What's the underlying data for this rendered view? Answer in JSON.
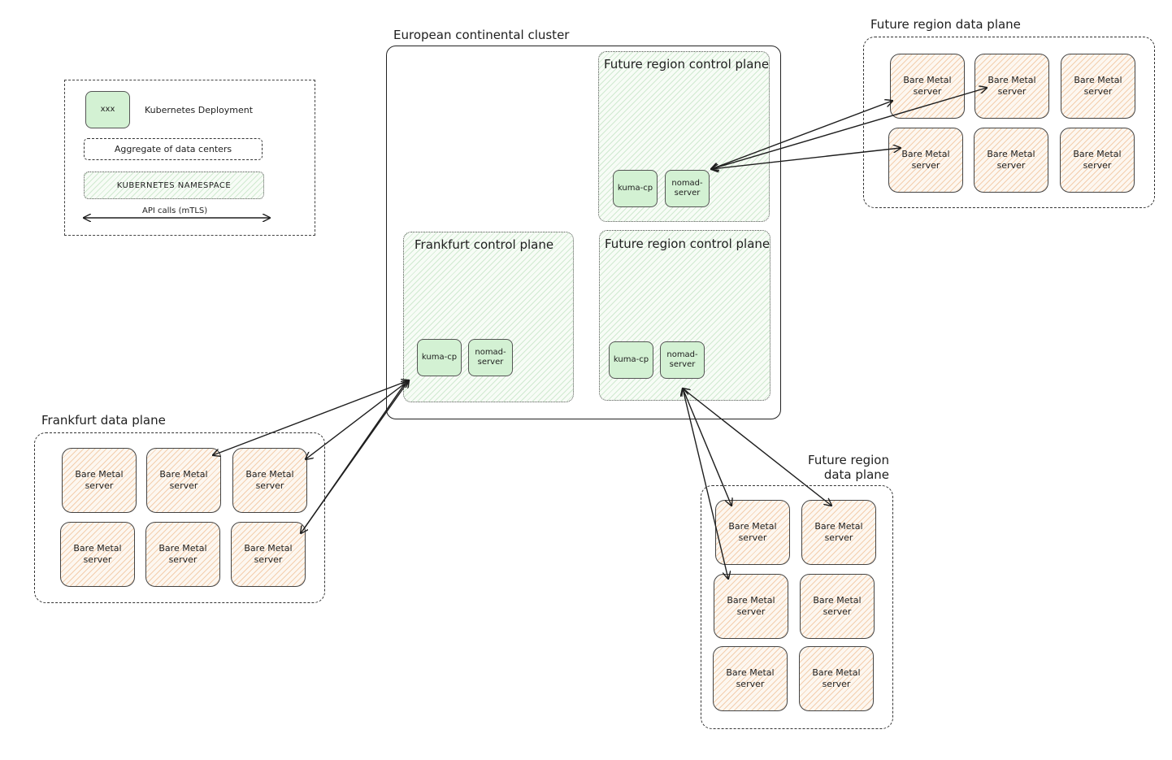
{
  "legend": {
    "deployment_sample": "xxx",
    "deployment_label": "Kubernetes Deployment",
    "aggregate_label": "Aggregate of data centers",
    "namespace_label": "KUBERNETES NAMESPACE",
    "api_label": "API calls (mTLS)"
  },
  "cluster": {
    "title": "European continental cluster"
  },
  "frankfurt_cp": {
    "title": "Frankfurt control plane",
    "kuma": "kuma-cp",
    "nomad": "nomad-server"
  },
  "future_cp_top": {
    "title": "Future region control plane",
    "kuma": "kuma-cp",
    "nomad": "nomad-server"
  },
  "future_cp_bottom": {
    "title": "Future region control plane",
    "kuma": "kuma-cp",
    "nomad": "nomad-server"
  },
  "frankfurt_dp": {
    "title": "Frankfurt data plane"
  },
  "future_dp_right": {
    "title": "Future region data plane"
  },
  "future_dp_bottom": {
    "title": "Future region data plane"
  },
  "server_label": "Bare Metal server",
  "colors": {
    "deployment": "#d3f1d3",
    "namespace_hatch": "#78be78",
    "server_hatch": "#e69650"
  }
}
